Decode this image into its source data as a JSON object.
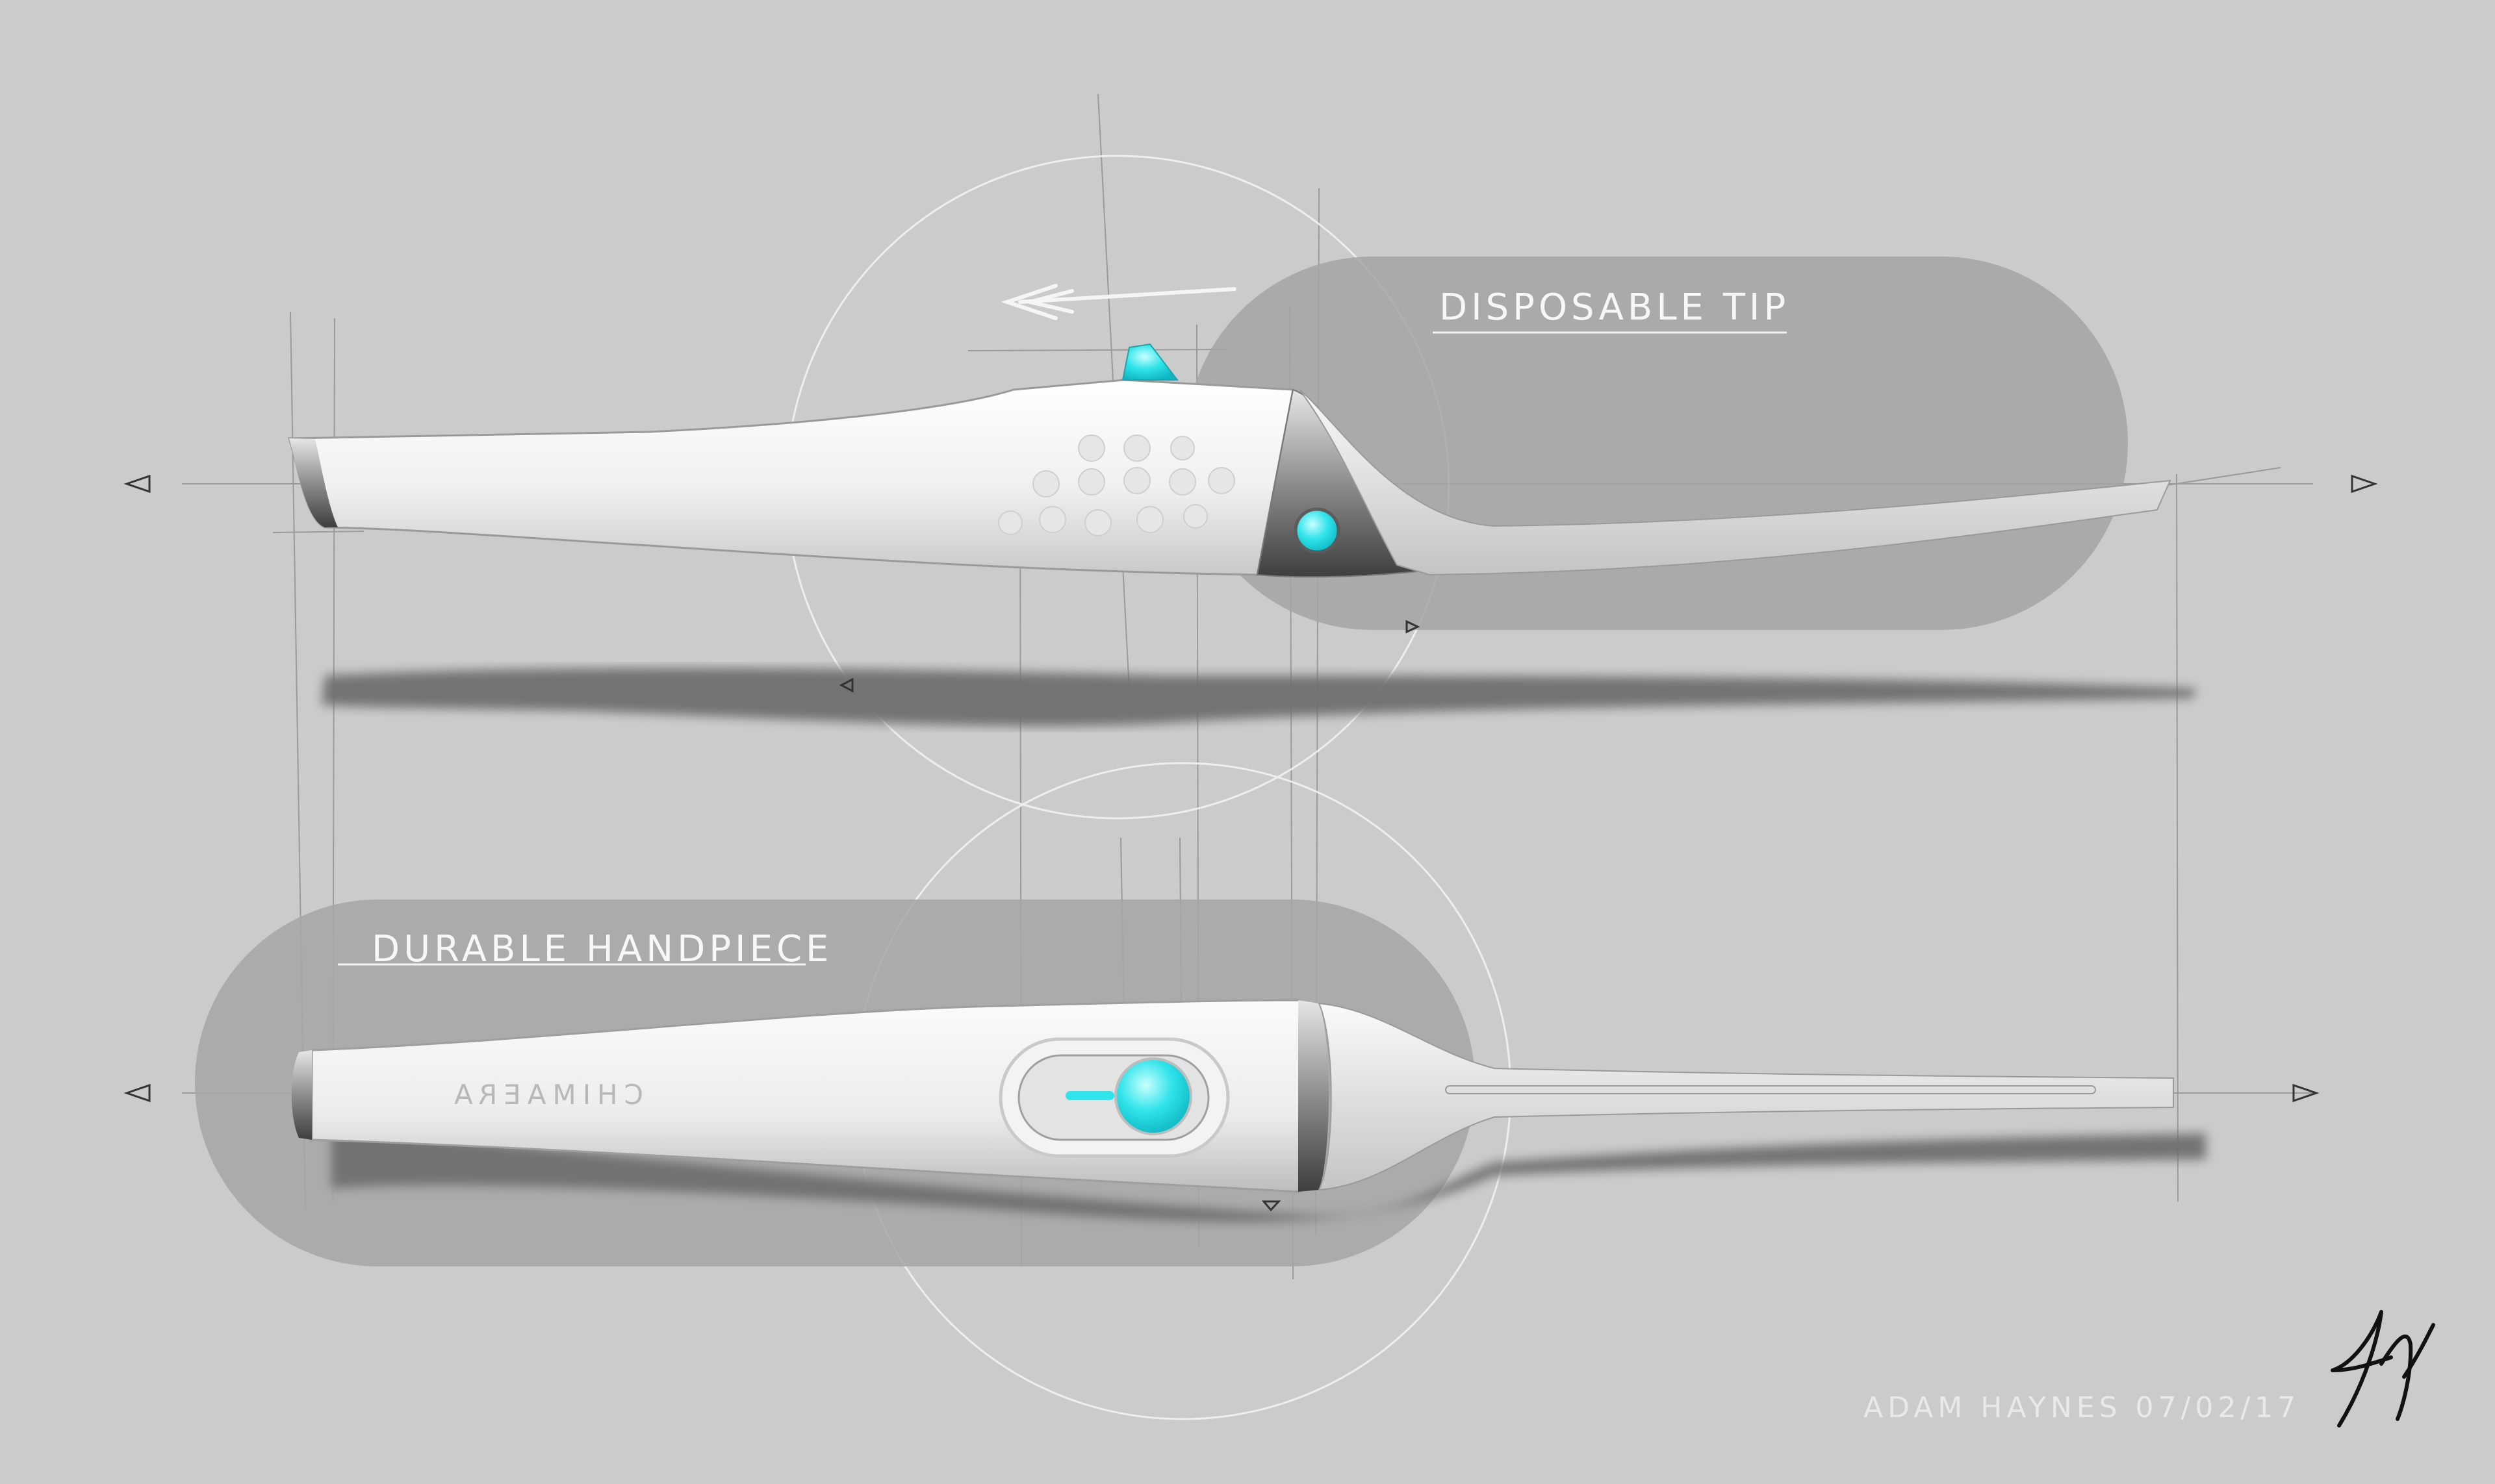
{
  "labels": {
    "disposable_tip": "DISPOSABLE TIP",
    "durable_handpiece": "DURABLE HANDPIECE"
  },
  "brand_mark": "CHIMAERA",
  "credit": "ADAM HAYNES 07/02/17",
  "signature_monogram": "AH",
  "colors": {
    "background": "#cbcbcb",
    "callout_pill": "#a4a4a4",
    "device_white": "#f4f4f4",
    "accent_cyan": "#2fe4ea",
    "shadow": "#6f6f6f"
  },
  "icons": [
    "triangle-marker-icon",
    "direction-arrow-icon",
    "cyan-button-icon",
    "slider-switch-icon"
  ]
}
